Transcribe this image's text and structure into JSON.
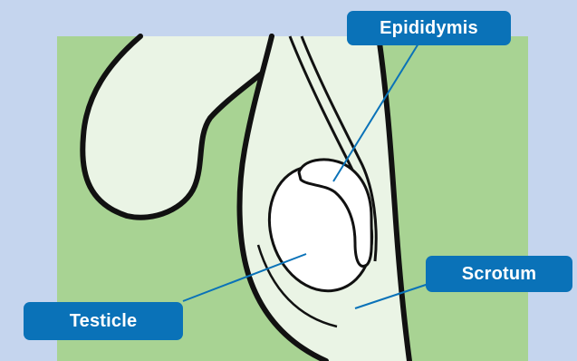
{
  "labels": {
    "epididymis": "Epididymis",
    "scrotum": "Scrotum",
    "testicle": "Testicle"
  },
  "colors": {
    "background": "#c5d5ee",
    "panel_green": "#a8d393",
    "skin_fill": "#eaf4e5",
    "testis_fill": "#ffffff",
    "outline": "#111111",
    "leader_line": "#0a72b8",
    "label_fill": "#0a72b8",
    "label_text": "#ffffff"
  }
}
